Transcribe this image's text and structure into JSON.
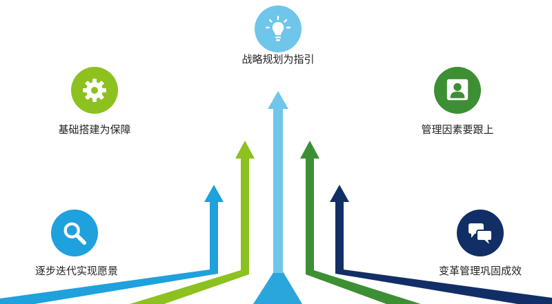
{
  "nodes": {
    "top": {
      "label": "战略规划为指引",
      "icon": "lightbulb-icon",
      "color": "#6fc6ea"
    },
    "left_upper": {
      "label": "基础搭建为保障",
      "icon": "gear-icon",
      "color": "#8cc11f"
    },
    "right_upper": {
      "label": "管理因素要跟上",
      "icon": "user-icon",
      "color": "#3d8f33"
    },
    "left_lower": {
      "label": "逐步迭代实现愿景",
      "icon": "search-icon",
      "color": "#1ea1dc"
    },
    "right_lower": {
      "label": "变革管理巩固成效",
      "icon": "chat-bubbles-icon",
      "color": "#122e66"
    }
  }
}
